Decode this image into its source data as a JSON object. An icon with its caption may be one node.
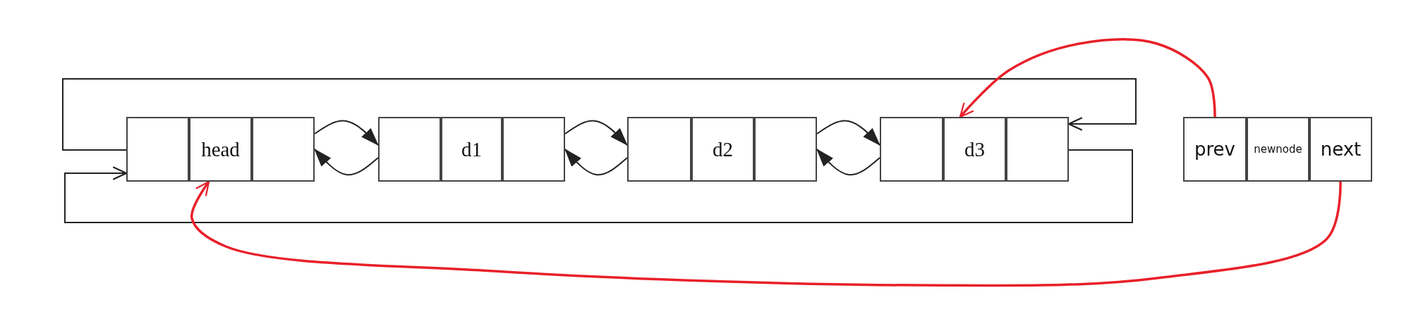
{
  "diagram": {
    "nodes": [
      {
        "text": [],
        "shape": "box"
      },
      {
        "text": [
          "head"
        ]
      },
      {
        "text": [],
        "shape": "box"
      },
      {
        "text": [],
        "shape": "box"
      },
      {
        "text": [
          "d1"
        ]
      },
      {
        "text": [],
        "shape": "box"
      },
      {
        "text": [],
        "shape": "box"
      },
      {
        "text": [
          "d2"
        ]
      },
      {
        "text": [],
        "shape": "box"
      },
      {
        "text": [],
        "shape": "box"
      },
      {
        "text": [
          "d3"
        ]
      },
      {
        "text": [],
        "shape": "box"
      },
      {
        "text": [
          "prev"
        ]
      },
      {
        "text": [
          "newnode"
        ]
      },
      {
        "text": [
          "next"
        ]
      }
    ],
    "edges": [
      {
        "from": 2,
        "to": 3,
        "arrow": "to"
      },
      {
        "from": 3,
        "to": 2,
        "arrow": "to"
      },
      {
        "from": 5,
        "to": 6,
        "arrow": "to"
      },
      {
        "from": 6,
        "to": 5,
        "arrow": "to"
      },
      {
        "from": 8,
        "to": 9,
        "arrow": "to"
      },
      {
        "from": 9,
        "to": 8,
        "arrow": "to"
      },
      {
        "from": 0,
        "to": 11,
        "arrow": "to"
      },
      {
        "from": 11,
        "to": 0,
        "arrow": "to"
      },
      {
        "from": 12,
        "to": 10,
        "arrow": "to",
        "color": "#e8202a"
      },
      {
        "from": 14,
        "to": 1,
        "arrow": "to",
        "color": "#e8202a"
      }
    ]
  }
}
